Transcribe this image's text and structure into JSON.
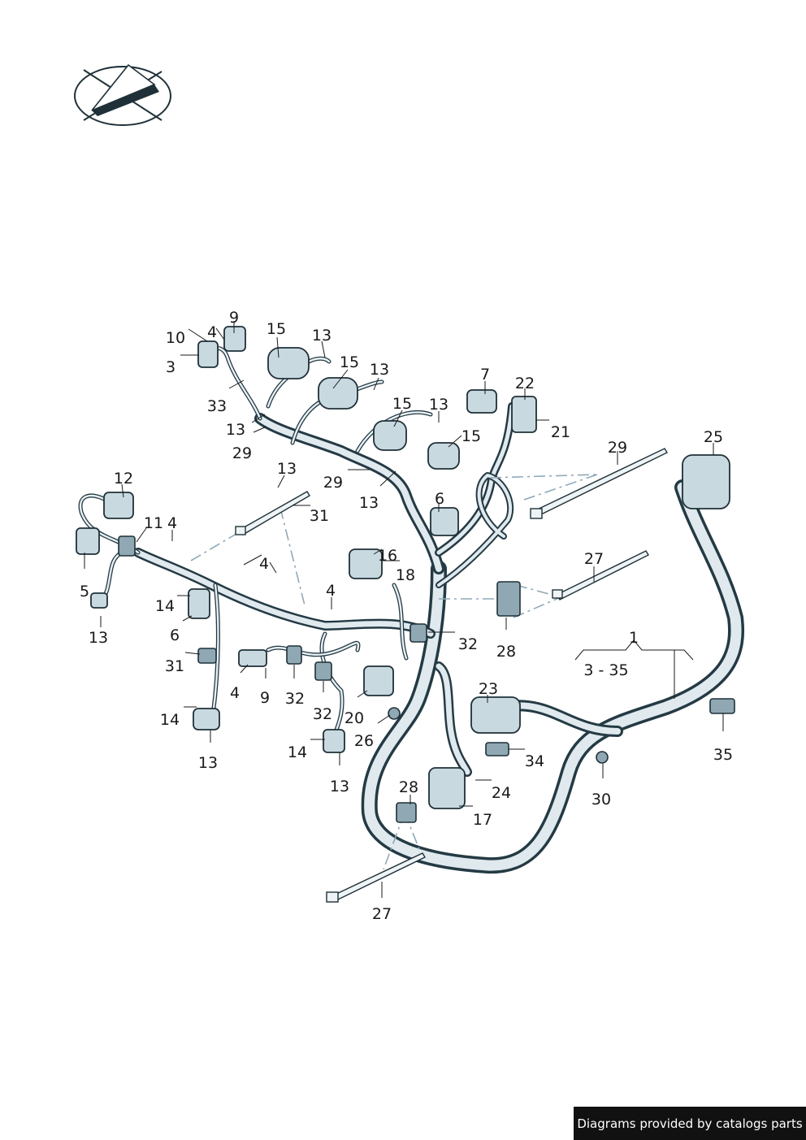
{
  "footer": {
    "text": "Diagrams provided by catalogs parts"
  },
  "labels": {
    "l9a": "9",
    "l10": "10",
    "l4a": "4",
    "l3": "3",
    "l15a": "15",
    "l13a": "13",
    "l15b": "15",
    "l13b": "13",
    "l33": "33",
    "l13c": "13",
    "l29a": "29",
    "l15c": "15",
    "l13d": "13",
    "l15d": "15",
    "l7": "7",
    "l22": "22",
    "l21": "21",
    "l13e": "13",
    "l29b": "29",
    "l13f": "13",
    "l29c": "29",
    "l25": "25",
    "l12": "12",
    "l11": "11",
    "l4b": "4",
    "l31a": "31",
    "l6a": "6",
    "l4c": "4",
    "l16": "16",
    "l18": "18",
    "l27a": "27",
    "l5": "5",
    "l14a": "14",
    "l4d": "4",
    "l6b": "6",
    "l13g": "13",
    "l32a": "32",
    "l28a": "28",
    "l1": "1",
    "l3-35": "3 - 35",
    "l31b": "31",
    "l4e": "4",
    "l9b": "9",
    "l32b": "32",
    "l23": "23",
    "l32c": "32",
    "l20": "20",
    "l14b": "14",
    "l26": "26",
    "l34": "34",
    "l13h": "13",
    "l14c": "14",
    "l35": "35",
    "l13i": "13",
    "l30": "30",
    "l28b": "28",
    "l24": "24",
    "l17": "17",
    "l27b": "27"
  },
  "colors": {
    "harness_outline": "#243a44",
    "harness_fill": "#dfe9ee",
    "connector": "#c9d9e0",
    "dashed_leader": "#8fa9b8"
  }
}
